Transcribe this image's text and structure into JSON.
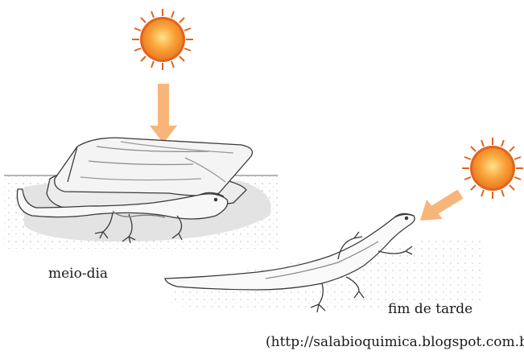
{
  "labels": {
    "noon": "meio-dia",
    "late_afternoon": "fim de tarde",
    "source": "(http://salabioquimica.blogspot.com.b"
  },
  "icons": {
    "sun_noon": "sun-icon",
    "sun_afternoon": "sun-icon",
    "arrow_down": "arrow-down-icon",
    "arrow_diagonal": "arrow-diagonal-icon",
    "rock": "rock-icon",
    "lizard_under_rock": "lizard-icon",
    "lizard_basking": "lizard-icon"
  },
  "colors": {
    "sun_core": "#f5982a",
    "sun_rays": "#e0641e",
    "sun_glow": "#ffd26b",
    "arrow": "#f7b57a",
    "shadow": "#e2e2e2",
    "ink": "#3a3a3a"
  }
}
